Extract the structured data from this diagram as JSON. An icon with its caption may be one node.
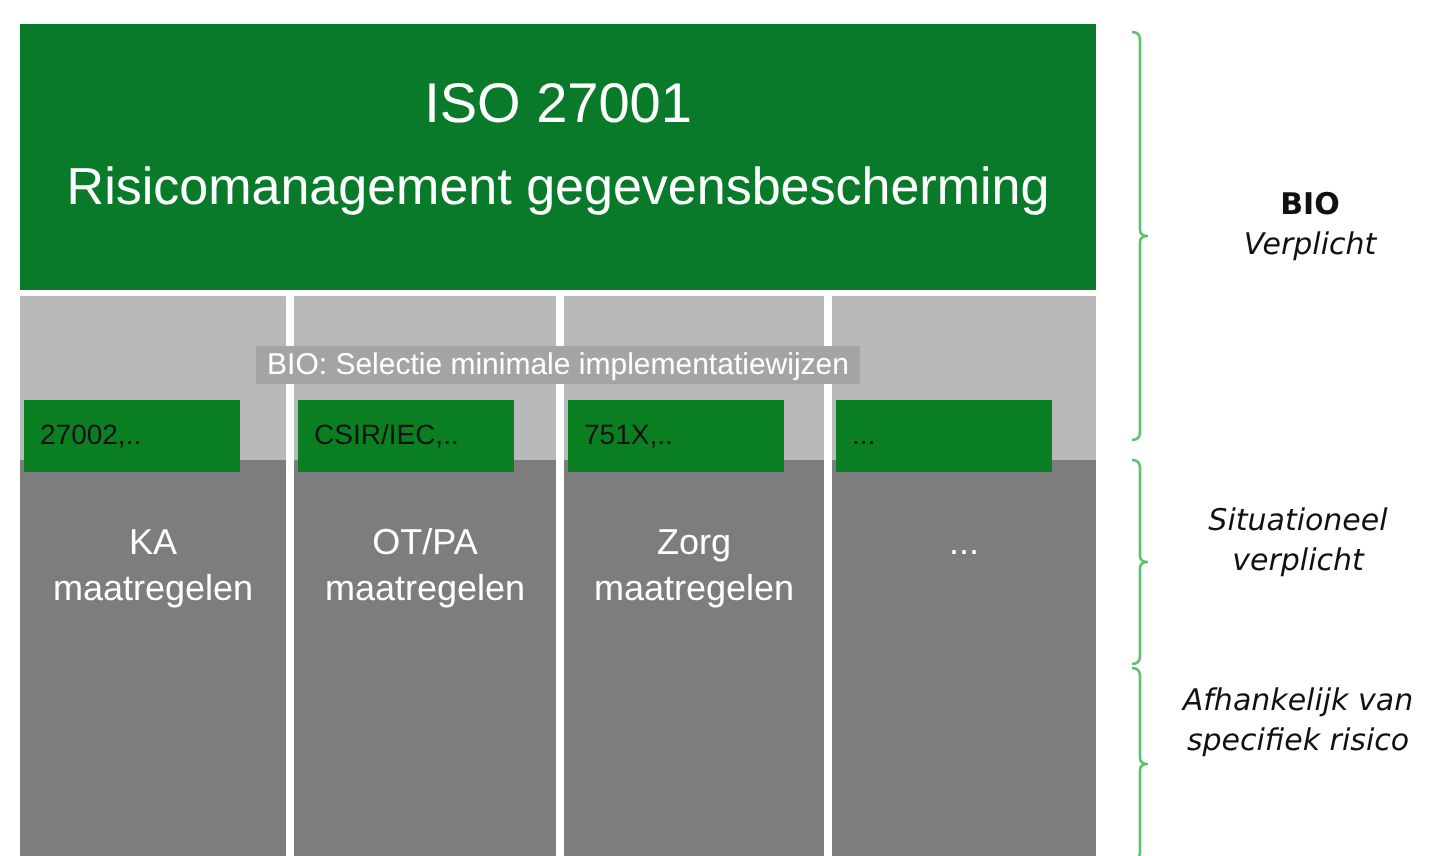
{
  "diagram": {
    "nodes": [
      {
        "text": [
          "ISO 27001",
          "Risicomanagement gegevensbescherming"
        ]
      },
      {
        "text": [
          "BIO: Selectie minimale implementatiewijzen"
        ]
      },
      {
        "text": [
          "KA maatregelen"
        ],
        "in": 1
      },
      {
        "text": [
          "OT/PA maatregelen"
        ],
        "in": 1
      },
      {
        "text": [
          "Zorg maatregelen"
        ],
        "in": 1
      },
      {
        "text": [
          "..."
        ],
        "in": 1
      },
      {
        "text": [
          "27002,.."
        ],
        "in": 2
      },
      {
        "text": [
          "CSIR/IEC,.."
        ],
        "in": 3
      },
      {
        "text": [
          "751X,.."
        ],
        "in": 4
      },
      {
        "text": [
          "..."
        ],
        "in": 5
      }
    ],
    "labels": [
      "BIO",
      "Verplicht",
      "Situationeel verplicht",
      "Afhankelijk van specifiek risico"
    ]
  }
}
